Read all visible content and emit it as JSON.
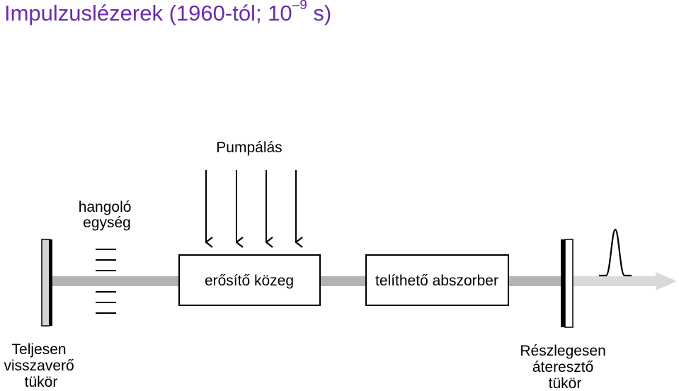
{
  "title": {
    "text": "Impulzuslézerek (1960-tól; 10",
    "exponent": "–9",
    "suffix": " s)"
  },
  "labels": {
    "pumping": "Pumpálás",
    "tuning_unit": [
      "hangoló",
      "egység"
    ],
    "gain_medium": "erősítő közeg",
    "saturable_absorber": "telíthető abszorber",
    "full_mirror": [
      "Teljesen",
      "visszaverő",
      "tükör"
    ],
    "partial_mirror": [
      "Részlegesen",
      "áteresztő",
      "tükör"
    ]
  },
  "colors": {
    "title": "#6b2bb0",
    "beam_inside": "#b3b3b3",
    "beam_output": "#d9d9d9",
    "mirror_fill": "#d4d4d4"
  }
}
